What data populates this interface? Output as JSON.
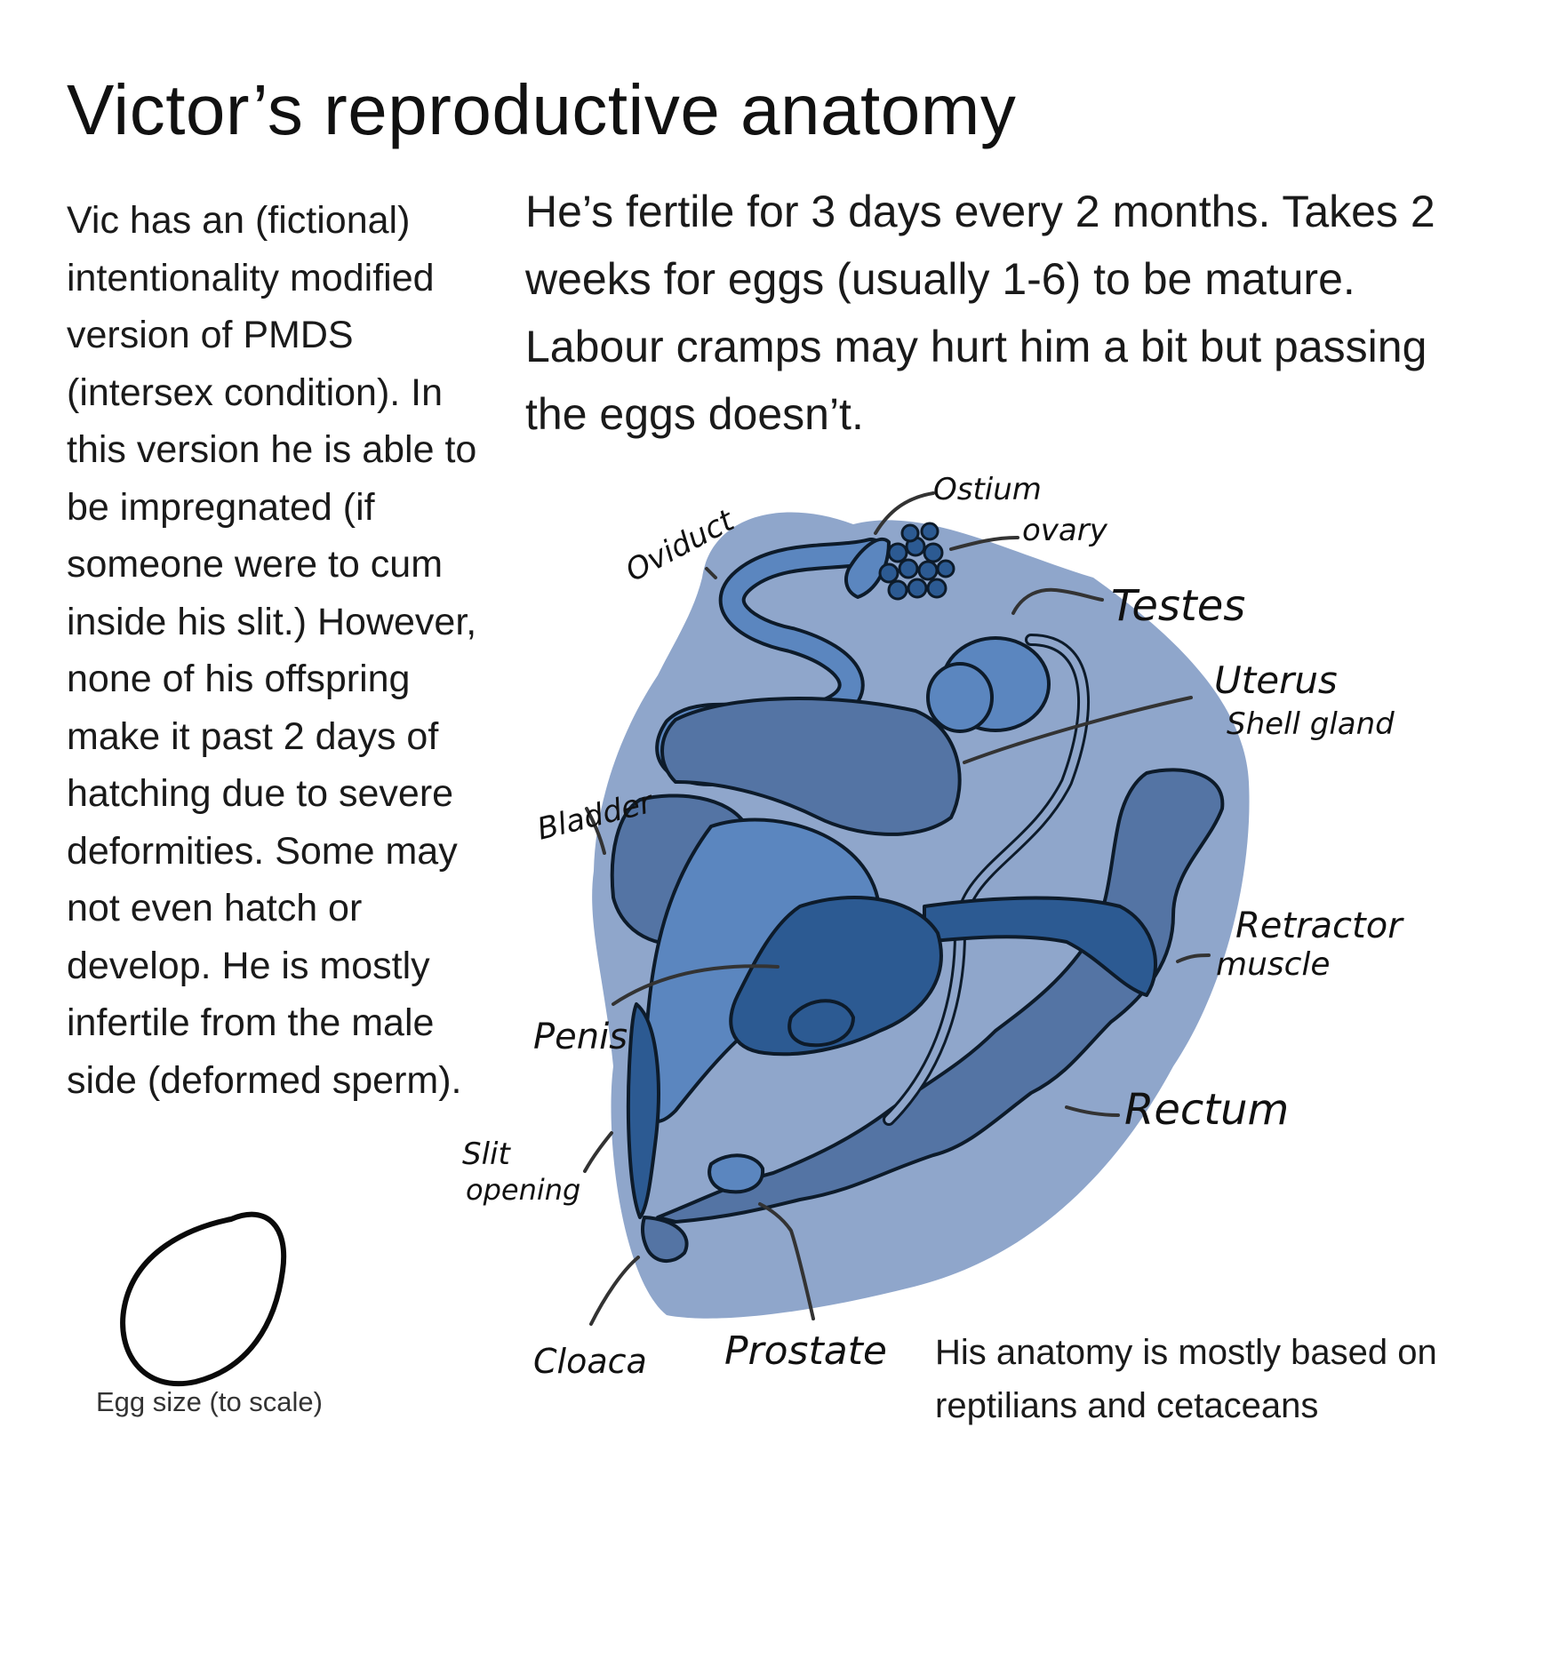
{
  "title": "Victor’s reproductive anatomy",
  "left_text": "Vic has an (fictional) intentionality modified version of PMDS (intersex condition). In this version he is able to be impregnated (if someone were to cum inside his slit.) However, none of his offspring make it past 2 days of hatching due to severe deformities. Some may not even hatch or develop. He is mostly infertile from the male side (deformed sperm).",
  "right_text": "He’s fertile for 3 days every 2 months. Takes 2 weeks for eggs (usually 1-6) to be mature. Labour cramps may hurt him a bit but passing the eggs doesn’t.",
  "bottom_note": "His anatomy is mostly based on reptilians and cetaceans",
  "egg_caption": "Egg size (to scale)",
  "labels": {
    "ostium": "Ostium",
    "ovary": "ovary",
    "oviduct": "Oviduct",
    "testes": "Testes",
    "uterus": "Uterus",
    "shell_gland": "Shell gland",
    "bladder": "Bladder",
    "retractor_muscle_1": "Retractor",
    "retractor_muscle_2": "muscle",
    "penis": "Penis",
    "rectum": "Rectum",
    "slit_opening_1": "Slit",
    "slit_opening_2": "opening",
    "cloaca": "Cloaca",
    "prostate": "Prostate"
  },
  "colors": {
    "background_blob": "#8fa6cb",
    "organ_mid": "#5b86bf",
    "organ_dark": "#5474a4",
    "organ_deep": "#2c5a92",
    "outline": "#0d1b2a"
  }
}
